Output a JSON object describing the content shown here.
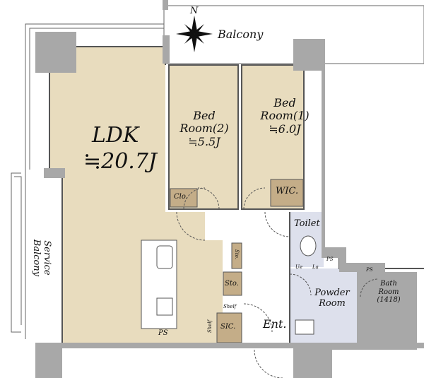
{
  "colors": {
    "ldk_floor": "#e8dcbe",
    "storage": "#c4ad88",
    "wet_area": "#dde0ec",
    "structure": "#a8a8a8",
    "wall": "#555555"
  },
  "compass": {
    "north_label": "N"
  },
  "rooms": {
    "balcony": "Balcony",
    "ldk_name": "LDK",
    "ldk_size": "≒20.7J",
    "bed2_name_1": "Bed",
    "bed2_name_2": "Room(2)",
    "bed2_size": "≒5.5J",
    "bed1_name_1": "Bed",
    "bed1_name_2": "Room(1)",
    "bed1_size": "≒6.0J",
    "closet": "Clo.",
    "wic": "WIC.",
    "toilet": "Toilet",
    "ps_toilet": "PS",
    "ps_bath": "PS",
    "ps_kitchen": "PS",
    "ue": "Ue",
    "la": "La",
    "powder_1": "Powder",
    "powder_2": "Room",
    "bath_1": "Bath",
    "bath_2": "Room",
    "bath_3": "(1418)",
    "sto_small": "Sto.",
    "sto": "Sto.",
    "shelf_1": "Shelf",
    "shelf_2": "Shelf",
    "sic": "SIC.",
    "entrance": "Ent.",
    "service_balcony_1": "Service",
    "service_balcony_2": "Balcony"
  }
}
